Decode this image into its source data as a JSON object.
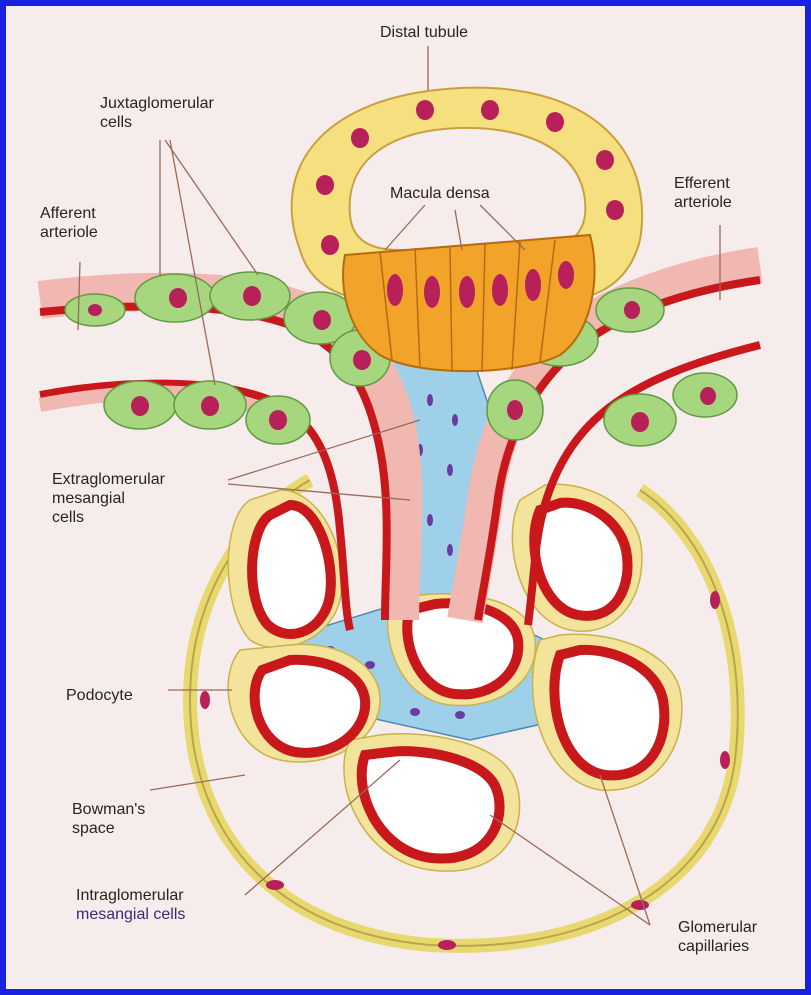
{
  "labels": {
    "distal_tubule": "Distal tubule",
    "juxtaglomerular_line1": "Juxtaglomerular",
    "juxtaglomerular_line2": "cells",
    "macula_densa": "Macula densa",
    "afferent_line1": "Afferent",
    "afferent_line2": "arteriole",
    "efferent_line1": "Efferent",
    "efferent_line2": "arteriole",
    "extraglomerular_line1": "Extraglomerular",
    "extraglomerular_line2": "mesangial",
    "extraglomerular_line3": "cells",
    "podocyte": "Podocyte",
    "bowmans_line1": "Bowman's",
    "bowmans_line2": "space",
    "intraglomerular_line1": "Intraglomerular",
    "intraglomerular_line2": "mesangial cells",
    "glomerular_line1": "Glomerular",
    "glomerular_line2": "capillaries"
  },
  "colors": {
    "frame_border": "#1a20e0",
    "background": "#f7ecec",
    "vessel_wall": "#c8181c",
    "tubule_cell": "#f6df7e",
    "macula_densa": "#f2a32a",
    "jg_cell": "#9ed27c",
    "mesangial": "#8cc8e8",
    "nucleus": "#b8205a",
    "capsule": "#f2e7a0"
  }
}
